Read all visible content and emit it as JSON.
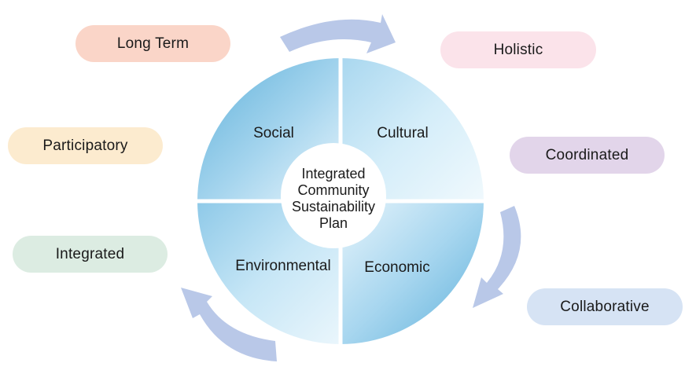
{
  "center": {
    "lines": [
      "Integrated",
      "Community",
      "Sustainability",
      "Plan"
    ]
  },
  "quadrants": {
    "top_left": "Social",
    "top_right": "Cultural",
    "bottom_left": "Environmental",
    "bottom_right": "Economic"
  },
  "principles": {
    "long_term": "Long Term",
    "holistic": "Holistic",
    "participatory": "Participatory",
    "coordinated": "Coordinated",
    "integrated": "Integrated",
    "collaborative": "Collaborative"
  },
  "colors": {
    "circle_dark": "#6cb8dc",
    "circle_light": "#eef8fd",
    "arrow": "#b9c8e8",
    "long_term": "#fad5c8",
    "holistic": "#fbe3ea",
    "participatory": "#fcebcf",
    "coordinated": "#e2d5ea",
    "integrated": "#dcece2",
    "collaborative": "#d6e3f4"
  }
}
